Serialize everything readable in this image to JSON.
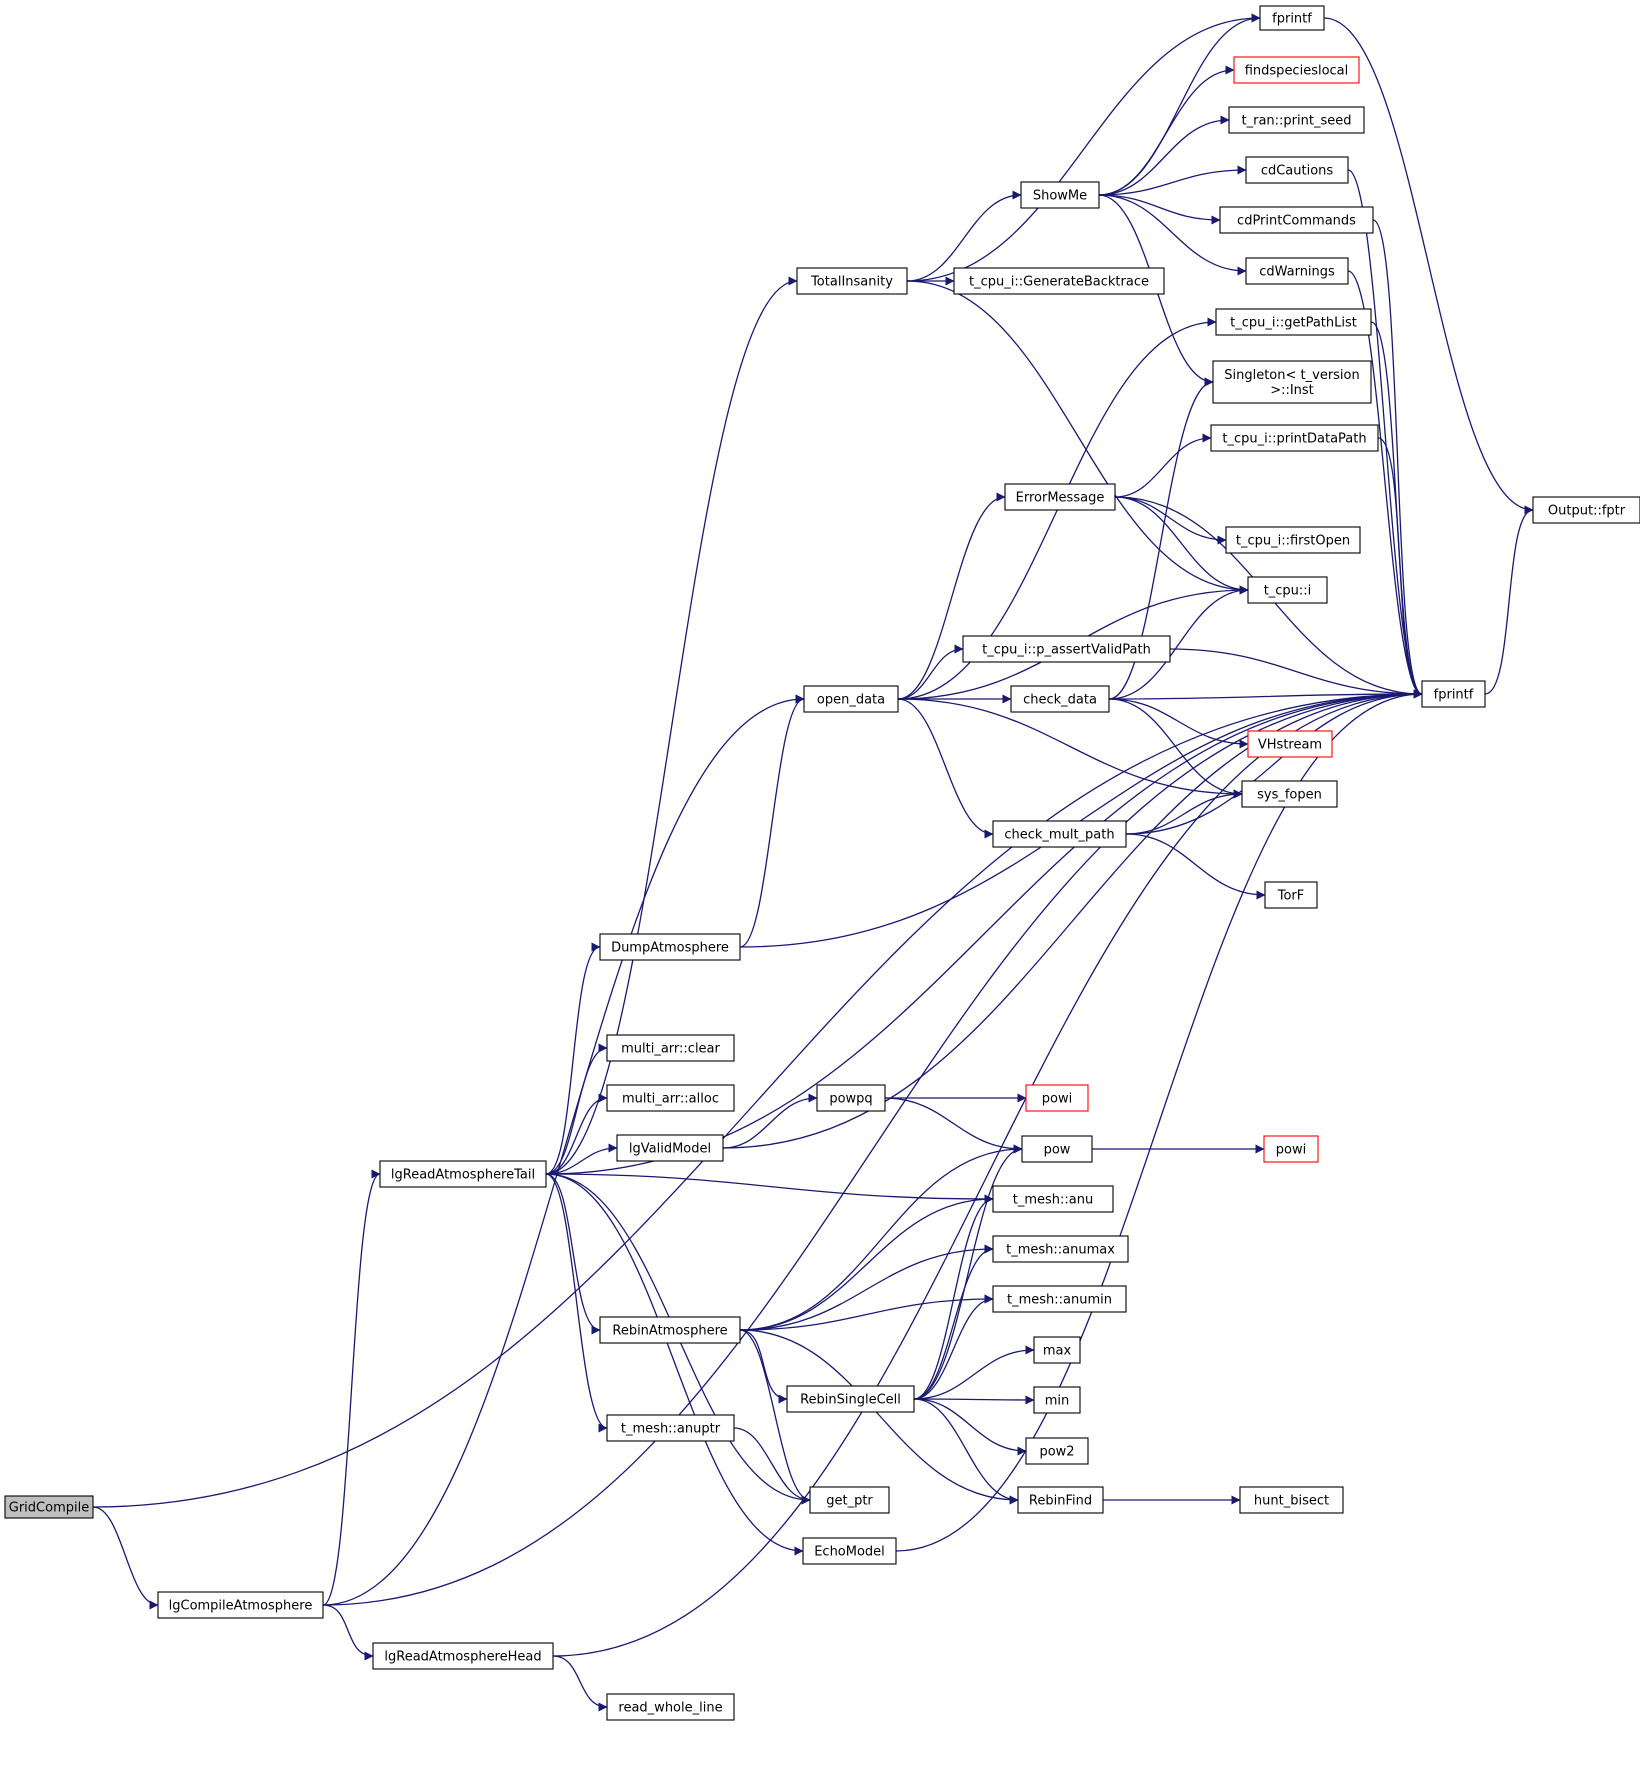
{
  "colors": {
    "edge": "#191970",
    "truncated_border": "#ff0000",
    "root_fill": "#bfbfbf",
    "node_border": "#000000"
  },
  "nodes": [
    {
      "id": "GridCompile",
      "label": "GridCompile",
      "kind": "root"
    },
    {
      "id": "lgCompileAtmosphere",
      "label": "lgCompileAtmosphere"
    },
    {
      "id": "lgReadAtmosphereHead",
      "label": "lgReadAtmosphereHead"
    },
    {
      "id": "read_whole_line",
      "label": "read_whole_line"
    },
    {
      "id": "lgReadAtmosphereTail",
      "label": "lgReadAtmosphereTail"
    },
    {
      "id": "TotalInsanity",
      "label": "TotalInsanity"
    },
    {
      "id": "ShowMe",
      "label": "ShowMe"
    },
    {
      "id": "GenerateBacktrace",
      "label": "t_cpu_i::GenerateBacktrace"
    },
    {
      "id": "fprintf_top",
      "label": "fprintf"
    },
    {
      "id": "findspecieslocal",
      "label": "findspecieslocal",
      "kind": "trunc"
    },
    {
      "id": "print_seed",
      "label": "t_ran::print_seed"
    },
    {
      "id": "cdCautions",
      "label": "cdCautions"
    },
    {
      "id": "cdPrintCommands",
      "label": "cdPrintCommands"
    },
    {
      "id": "cdWarnings",
      "label": "cdWarnings"
    },
    {
      "id": "getPathList",
      "label": "t_cpu_i::getPathList"
    },
    {
      "id": "SingletonInst",
      "label": "Singleton< t_version\n>::Inst"
    },
    {
      "id": "printDataPath",
      "label": "t_cpu_i::printDataPath"
    },
    {
      "id": "ErrorMessage",
      "label": "ErrorMessage"
    },
    {
      "id": "firstOpen",
      "label": "t_cpu_i::firstOpen"
    },
    {
      "id": "tcpui",
      "label": "t_cpu::i"
    },
    {
      "id": "assertValidPath",
      "label": "t_cpu_i::p_assertValidPath"
    },
    {
      "id": "open_data",
      "label": "open_data"
    },
    {
      "id": "check_data",
      "label": "check_data"
    },
    {
      "id": "VHstream",
      "label": "VHstream",
      "kind": "trunc"
    },
    {
      "id": "sys_fopen",
      "label": "sys_fopen"
    },
    {
      "id": "check_mult_path",
      "label": "check_mult_path"
    },
    {
      "id": "TorF",
      "label": "TorF"
    },
    {
      "id": "DumpAtmosphere",
      "label": "DumpAtmosphere"
    },
    {
      "id": "clear",
      "label": "multi_arr::clear"
    },
    {
      "id": "alloc",
      "label": "multi_arr::alloc"
    },
    {
      "id": "lgValidModel",
      "label": "lgValidModel"
    },
    {
      "id": "powpq",
      "label": "powpq"
    },
    {
      "id": "powi1",
      "label": "powi",
      "kind": "trunc"
    },
    {
      "id": "pow",
      "label": "pow"
    },
    {
      "id": "powi2",
      "label": "powi",
      "kind": "trunc"
    },
    {
      "id": "anu",
      "label": "t_mesh::anu"
    },
    {
      "id": "anumax",
      "label": "t_mesh::anumax"
    },
    {
      "id": "anumin",
      "label": "t_mesh::anumin"
    },
    {
      "id": "RebinAtmosphere",
      "label": "RebinAtmosphere"
    },
    {
      "id": "RebinSingleCell",
      "label": "RebinSingleCell"
    },
    {
      "id": "max",
      "label": "max"
    },
    {
      "id": "min",
      "label": "min"
    },
    {
      "id": "pow2",
      "label": "pow2"
    },
    {
      "id": "anuptr",
      "label": "t_mesh::anuptr"
    },
    {
      "id": "get_ptr",
      "label": "get_ptr"
    },
    {
      "id": "RebinFind",
      "label": "RebinFind"
    },
    {
      "id": "hunt_bisect",
      "label": "hunt_bisect"
    },
    {
      "id": "EchoModel",
      "label": "EchoModel"
    },
    {
      "id": "fprintf_main",
      "label": "fprintf"
    },
    {
      "id": "fptr",
      "label": "Output::fptr"
    }
  ],
  "edges": [
    [
      "GridCompile",
      "lgCompileAtmosphere"
    ],
    [
      "GridCompile",
      "fprintf_main"
    ],
    [
      "lgCompileAtmosphere",
      "lgReadAtmosphereHead"
    ],
    [
      "lgCompileAtmosphere",
      "lgReadAtmosphereTail"
    ],
    [
      "lgCompileAtmosphere",
      "open_data"
    ],
    [
      "lgCompileAtmosphere",
      "fprintf_main"
    ],
    [
      "lgReadAtmosphereHead",
      "read_whole_line"
    ],
    [
      "lgReadAtmosphereHead",
      "fprintf_main"
    ],
    [
      "lgReadAtmosphereTail",
      "TotalInsanity"
    ],
    [
      "lgReadAtmosphereTail",
      "DumpAtmosphere"
    ],
    [
      "lgReadAtmosphereTail",
      "clear"
    ],
    [
      "lgReadAtmosphereTail",
      "alloc"
    ],
    [
      "lgReadAtmosphereTail",
      "lgValidModel"
    ],
    [
      "lgReadAtmosphereTail",
      "anu"
    ],
    [
      "lgReadAtmosphereTail",
      "RebinAtmosphere"
    ],
    [
      "lgReadAtmosphereTail",
      "anuptr"
    ],
    [
      "lgReadAtmosphereTail",
      "get_ptr"
    ],
    [
      "lgReadAtmosphereTail",
      "EchoModel"
    ],
    [
      "lgReadAtmosphereTail",
      "fprintf_main"
    ],
    [
      "TotalInsanity",
      "ShowMe"
    ],
    [
      "TotalInsanity",
      "GenerateBacktrace"
    ],
    [
      "TotalInsanity",
      "fprintf_top"
    ],
    [
      "TotalInsanity",
      "tcpui"
    ],
    [
      "ShowMe",
      "fprintf_top"
    ],
    [
      "ShowMe",
      "findspecieslocal"
    ],
    [
      "ShowMe",
      "print_seed"
    ],
    [
      "ShowMe",
      "cdCautions"
    ],
    [
      "ShowMe",
      "cdPrintCommands"
    ],
    [
      "ShowMe",
      "cdWarnings"
    ],
    [
      "ShowMe",
      "SingletonInst"
    ],
    [
      "fprintf_top",
      "fptr"
    ],
    [
      "cdCautions",
      "fprintf_main"
    ],
    [
      "cdPrintCommands",
      "fprintf_main"
    ],
    [
      "cdWarnings",
      "fprintf_main"
    ],
    [
      "getPathList",
      "fprintf_main"
    ],
    [
      "printDataPath",
      "fprintf_main"
    ],
    [
      "ErrorMessage",
      "printDataPath"
    ],
    [
      "ErrorMessage",
      "firstOpen"
    ],
    [
      "ErrorMessage",
      "tcpui"
    ],
    [
      "ErrorMessage",
      "fprintf_main"
    ],
    [
      "assertValidPath",
      "fprintf_main"
    ],
    [
      "open_data",
      "getPathList"
    ],
    [
      "open_data",
      "ErrorMessage"
    ],
    [
      "open_data",
      "tcpui"
    ],
    [
      "open_data",
      "assertValidPath"
    ],
    [
      "open_data",
      "check_data"
    ],
    [
      "open_data",
      "sys_fopen"
    ],
    [
      "open_data",
      "check_mult_path"
    ],
    [
      "check_data",
      "SingletonInst"
    ],
    [
      "check_data",
      "tcpui"
    ],
    [
      "check_data",
      "fprintf_main"
    ],
    [
      "check_data",
      "VHstream"
    ],
    [
      "check_data",
      "sys_fopen"
    ],
    [
      "check_mult_path",
      "sys_fopen"
    ],
    [
      "check_mult_path",
      "fprintf_main"
    ],
    [
      "check_mult_path",
      "TorF"
    ],
    [
      "DumpAtmosphere",
      "open_data"
    ],
    [
      "DumpAtmosphere",
      "fprintf_main"
    ],
    [
      "lgValidModel",
      "powpq"
    ],
    [
      "lgValidModel",
      "fprintf_main"
    ],
    [
      "powpq",
      "powi1"
    ],
    [
      "powpq",
      "pow"
    ],
    [
      "pow",
      "powi2"
    ],
    [
      "RebinAtmosphere",
      "pow"
    ],
    [
      "RebinAtmosphere",
      "anu"
    ],
    [
      "RebinAtmosphere",
      "anumax"
    ],
    [
      "RebinAtmosphere",
      "anumin"
    ],
    [
      "RebinAtmosphere",
      "RebinSingleCell"
    ],
    [
      "RebinAtmosphere",
      "get_ptr"
    ],
    [
      "RebinAtmosphere",
      "RebinFind"
    ],
    [
      "RebinSingleCell",
      "pow"
    ],
    [
      "RebinSingleCell",
      "anu"
    ],
    [
      "RebinSingleCell",
      "anumax"
    ],
    [
      "RebinSingleCell",
      "anumin"
    ],
    [
      "RebinSingleCell",
      "max"
    ],
    [
      "RebinSingleCell",
      "min"
    ],
    [
      "RebinSingleCell",
      "pow2"
    ],
    [
      "RebinSingleCell",
      "RebinFind"
    ],
    [
      "anuptr",
      "get_ptr"
    ],
    [
      "RebinFind",
      "hunt_bisect"
    ],
    [
      "EchoModel",
      "fprintf_main"
    ],
    [
      "fprintf_main",
      "fptr"
    ]
  ]
}
